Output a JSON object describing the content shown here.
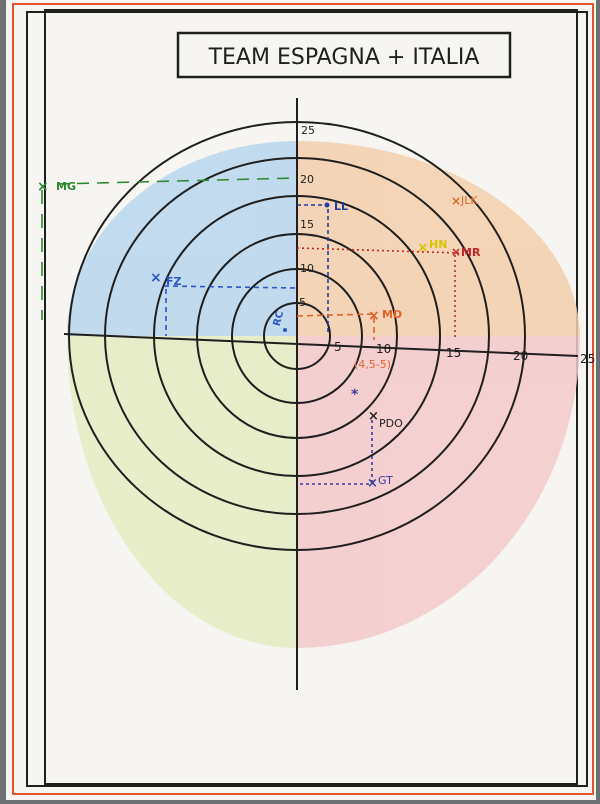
{
  "title": "TEAM ESPAGNA + ITALIA",
  "axis_ticks": {
    "x": [
      "5",
      "10",
      "15",
      "20",
      "25"
    ],
    "y": [
      "5",
      "10",
      "15",
      "20",
      "25"
    ]
  },
  "annotations": {
    "md_coord": "(4,5-5)"
  },
  "people": [
    {
      "key": "mg",
      "label": "MG",
      "color": "#2f8a2f"
    },
    {
      "key": "fz",
      "label": "FZ",
      "color": "#2a55c7"
    },
    {
      "key": "ll",
      "label": "LL",
      "color": "#1f3fa8"
    },
    {
      "key": "jlk",
      "label": "JLK",
      "color": "#e0642a"
    },
    {
      "key": "hn",
      "label": "HN",
      "color": "#d8c400"
    },
    {
      "key": "mr",
      "label": "MR",
      "color": "#c02626"
    },
    {
      "key": "md",
      "label": "MD",
      "color": "#e0642a"
    },
    {
      "key": "pdo",
      "label": "PDO",
      "color": "#222222"
    },
    {
      "key": "gt",
      "label": "GT",
      "color": "#3a3aa0"
    },
    {
      "key": "rc",
      "label": "RC",
      "color": "#2a55c7"
    }
  ],
  "colors": {
    "paper": "#f6f5f1",
    "ink": "#1f1f1f",
    "border_orange": "#e3552a",
    "quadrant_blue": "#b9d6ee",
    "quadrant_orange": "#f3cfae",
    "quadrant_green": "#e4ecc2",
    "quadrant_red": "#f3c9cb"
  }
}
